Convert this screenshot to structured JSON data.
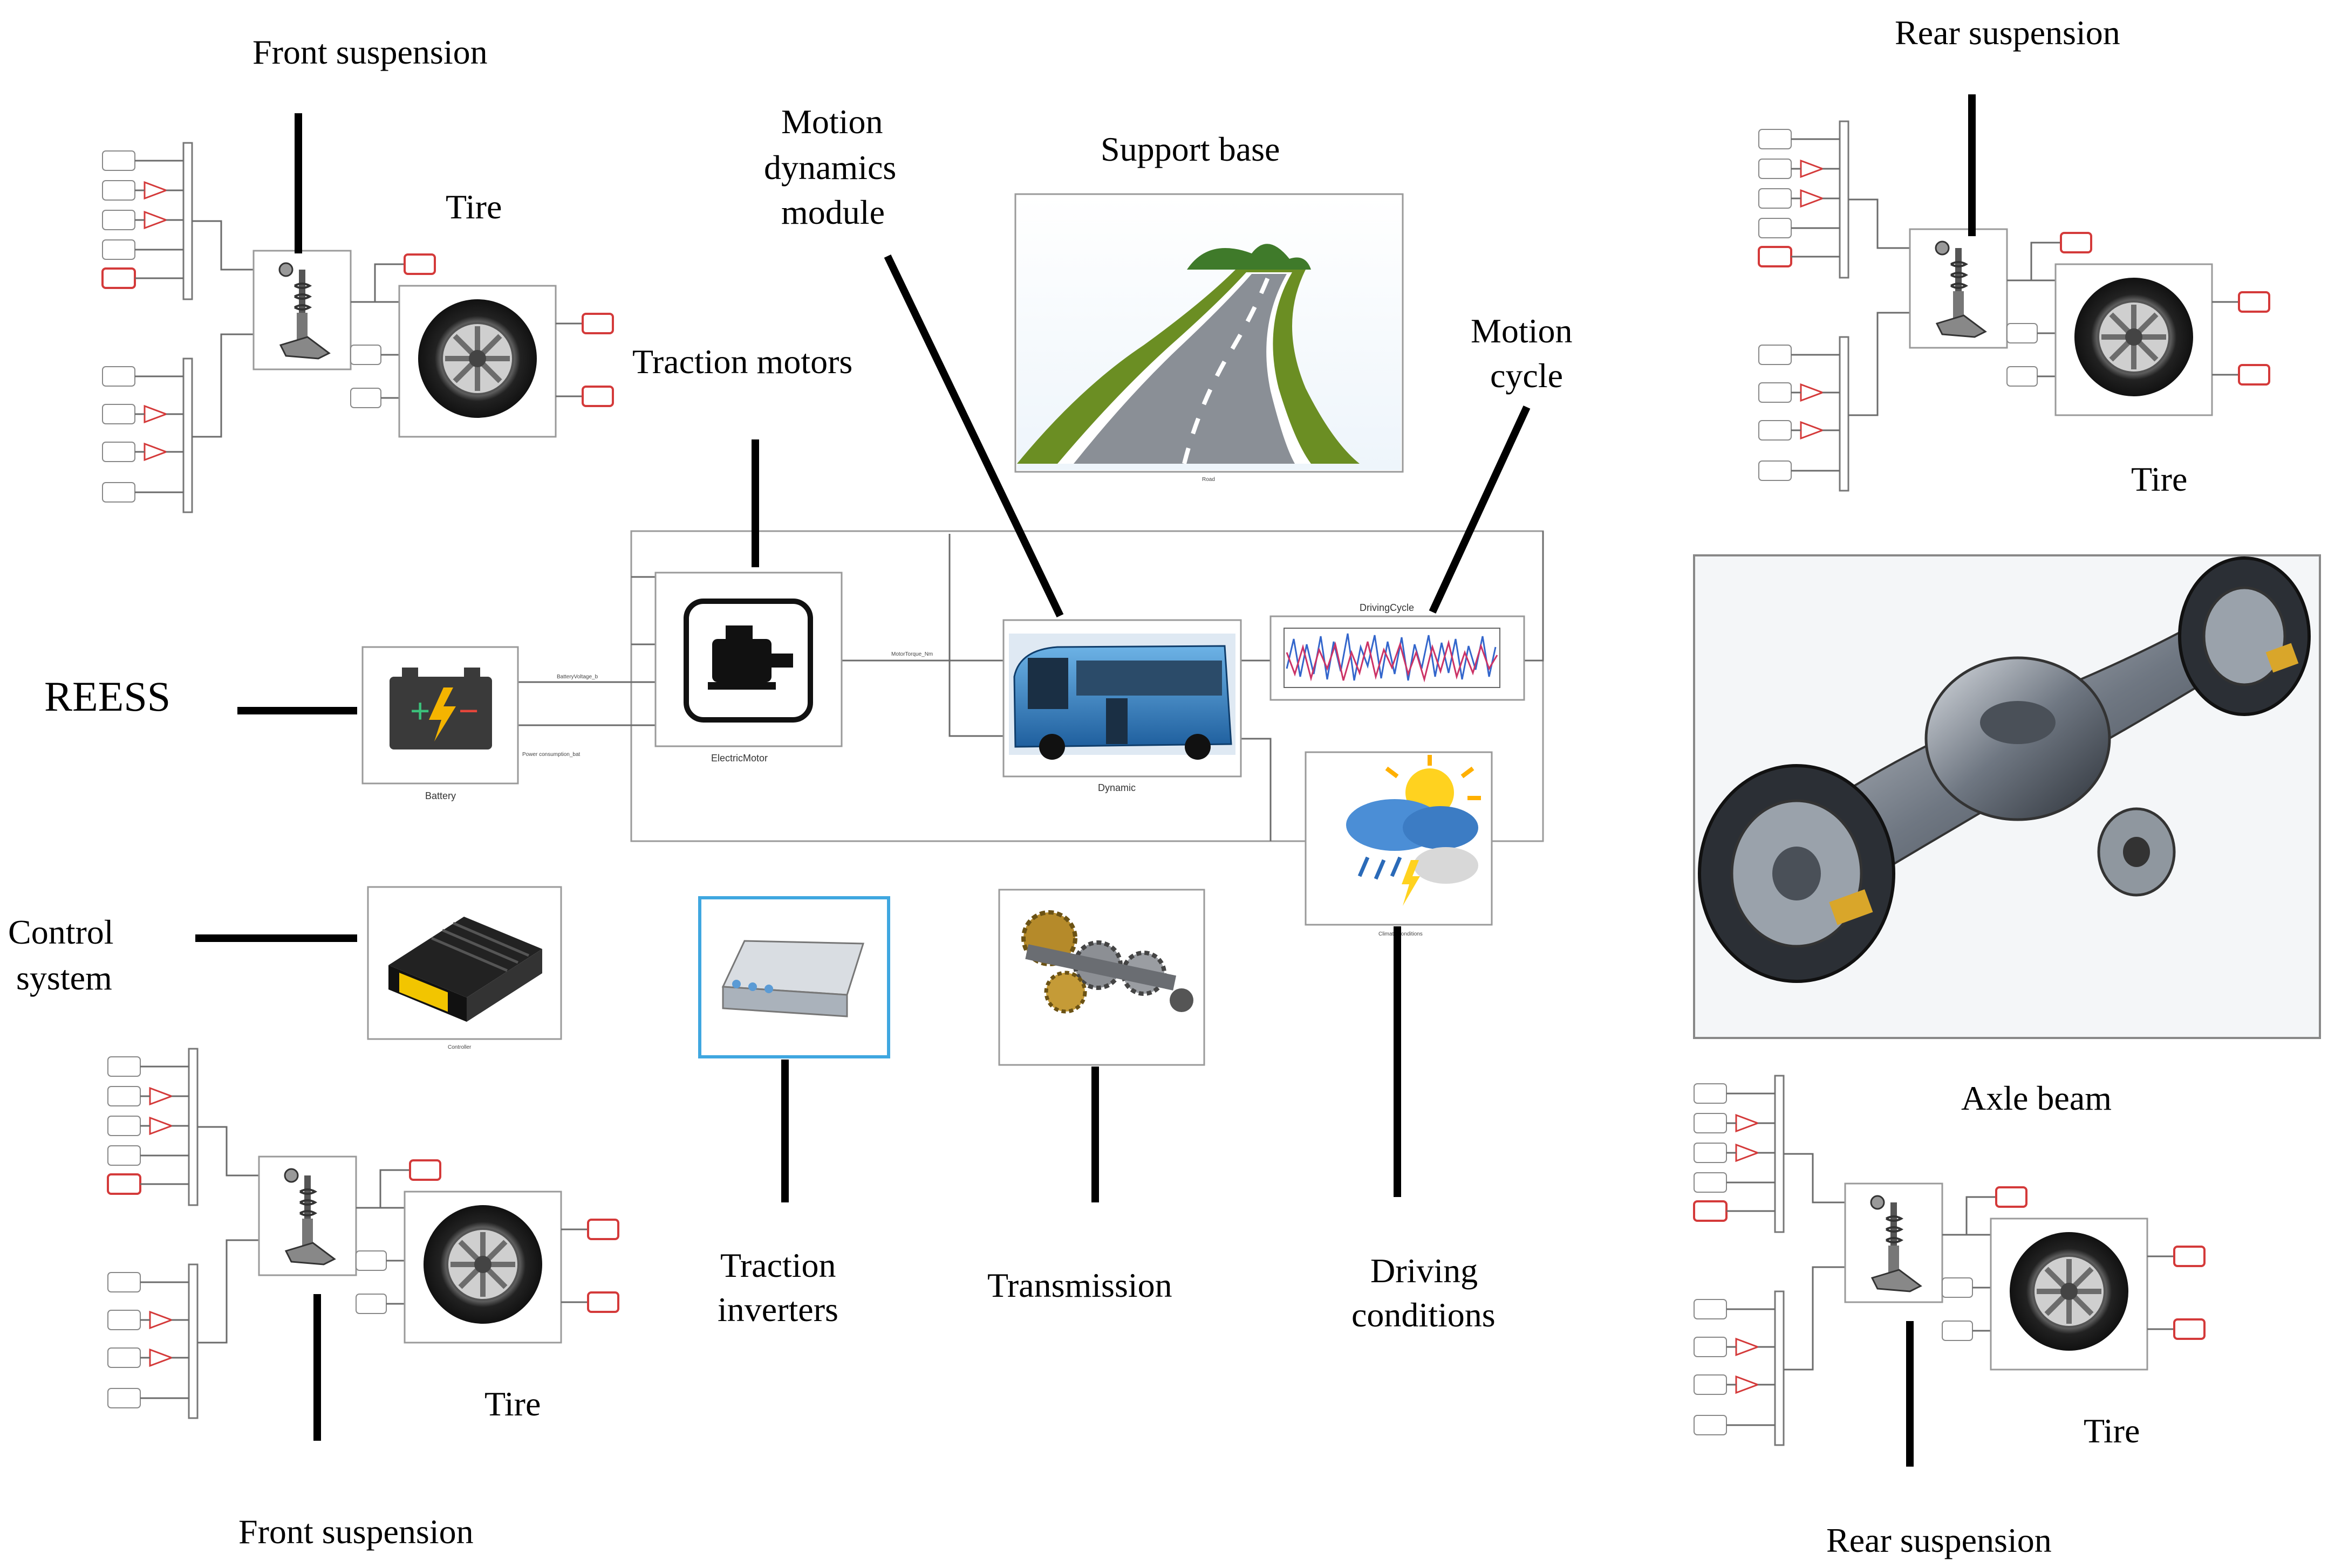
{
  "labels": {
    "front_suspension_top": "Front suspension",
    "tire_top_left": "Tire",
    "motion_dynamics": [
      "Motion",
      "dynamics",
      "module"
    ],
    "support_base": "Support base",
    "traction_motors": "Traction motors",
    "motion_cycle": [
      "Motion",
      "cycle"
    ],
    "rear_suspension_top": "Rear suspension",
    "tire_top_right": "Tire",
    "reess": "REESS",
    "control_system": [
      "Control",
      "system"
    ],
    "traction_inverters": [
      "Traction",
      "inverters"
    ],
    "transmission": "Transmission",
    "driving_conditions": [
      "Driving",
      "conditions"
    ],
    "axle_beam": "Axle beam",
    "tire_bottom_left": "Tire",
    "front_suspension_bottom": "Front suspension",
    "tire_bottom_right": "Tire",
    "rear_suspension_bottom": "Rear suspension"
  },
  "blocks": {
    "battery": "Battery",
    "electric_motor": "ElectricMotor",
    "dynamic": "Dynamic",
    "driving_cycle": "DrivingCycle",
    "controller": "Controller",
    "road": "Road",
    "conditions": "Climate conditions"
  },
  "signals": {
    "battery_voltage": "BatteryVoltage_b",
    "power_consumption": "Power consumption_bat",
    "motor_torque": "MotorTorque_Nm"
  },
  "colors": {
    "pointer": "#000000",
    "port_red": "#d43a3a",
    "road_green": "#6b8e23",
    "bus_blue": "#1f6fb5"
  }
}
